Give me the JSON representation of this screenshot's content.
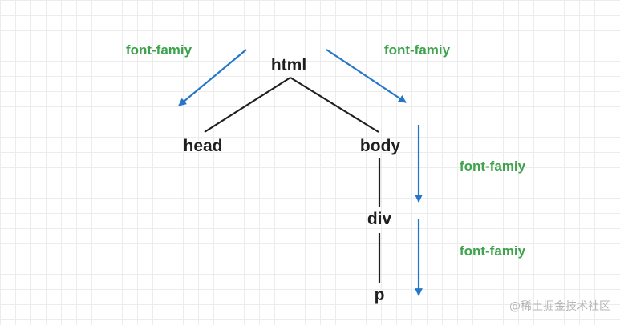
{
  "tree": {
    "nodes": {
      "html": "html",
      "head": "head",
      "body": "body",
      "div": "div",
      "p": "p"
    },
    "annotations": [
      "font-famiy",
      "font-famiy",
      "font-famiy",
      "font-famiy"
    ]
  },
  "colors": {
    "edge": "#1f1f1f",
    "arrow": "#2376c9",
    "annotation": "#3fa34d"
  },
  "watermark": "@稀土掘金技术社区"
}
